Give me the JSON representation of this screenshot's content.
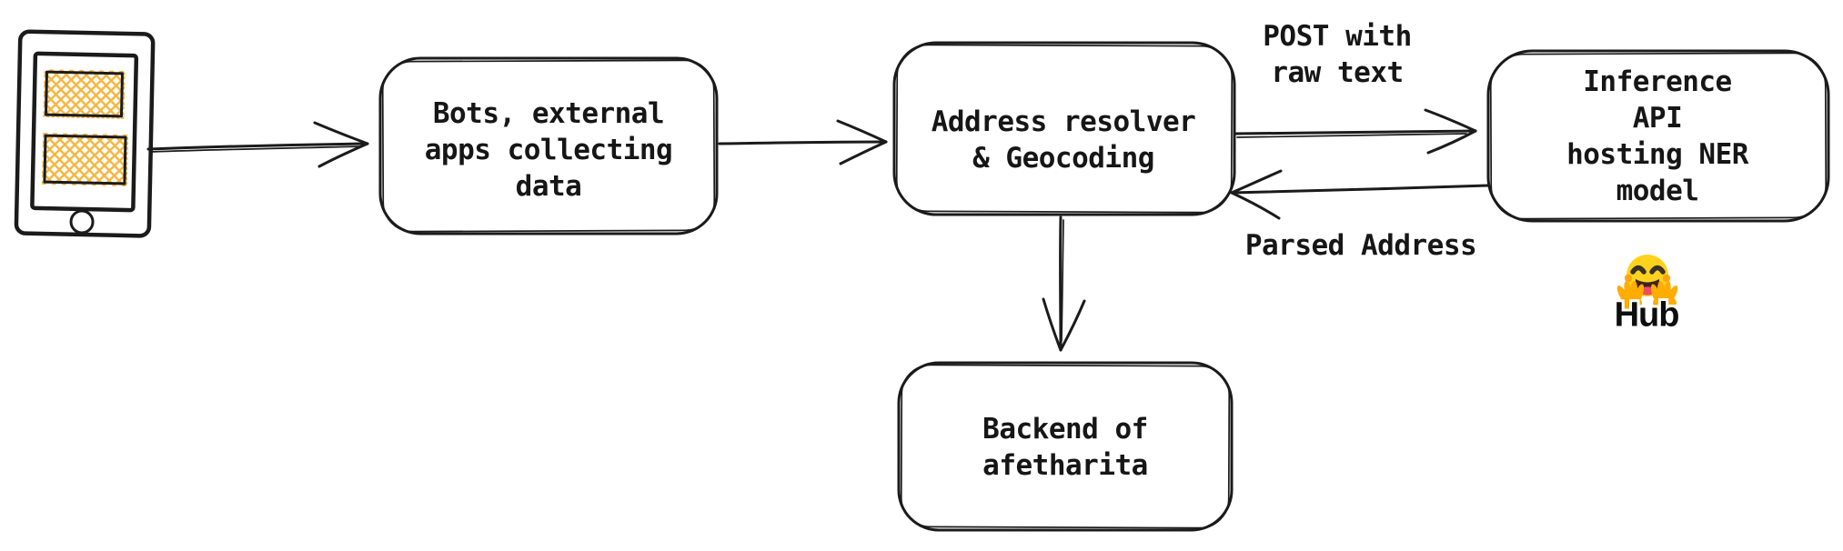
{
  "nodes": {
    "bots": {
      "label": "Bots, external\napps collecting\ndata"
    },
    "resolver": {
      "label": "Address resolver\n& Geocoding"
    },
    "inference": {
      "label": "Inference API\nhosting NER model"
    },
    "backend": {
      "label": "Backend of\nafetharita"
    }
  },
  "edge_labels": {
    "post": "POST with\nraw text",
    "parsed": "Parsed Address"
  },
  "hub": {
    "label": "Hub",
    "icon": "hugging-face-emoji"
  },
  "icons": {
    "source_device": "phone-icon"
  },
  "colors": {
    "ink": "#1b1b1b",
    "background": "#ffffff",
    "phone_body": "#ccd1d7",
    "hatch_orange": "#f5b63f",
    "emoji_yellow": "#ffd21e",
    "emoji_hands": "#ffac03",
    "emoji_blush": "#ff9d0b",
    "emoji_mouth": "#3d2227",
    "emoji_tongue": "#ef4d5b"
  }
}
